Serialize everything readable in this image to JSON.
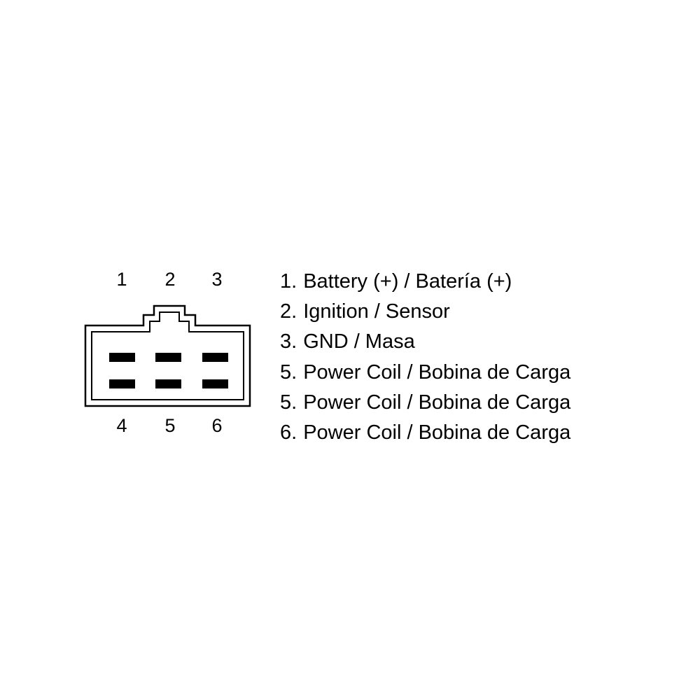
{
  "diagram": {
    "type": "connector-pinout",
    "background_color": "#ffffff",
    "line_color": "#000000"
  },
  "connector": {
    "top_pin_labels": [
      "1",
      "2",
      "3"
    ],
    "bottom_pin_labels": [
      "4",
      "5",
      "6"
    ],
    "pin_color": "#000000",
    "outline_color": "#000000"
  },
  "legend": {
    "items": [
      {
        "num": "1.",
        "label": "Battery (+) / Batería (+)"
      },
      {
        "num": "2.",
        "label": "Ignition / Sensor"
      },
      {
        "num": "3.",
        "label": "GND / Masa"
      },
      {
        "num": "5.",
        "label": "Power Coil / Bobina de Carga"
      },
      {
        "num": "5.",
        "label": "Power Coil / Bobina de Carga"
      },
      {
        "num": "6.",
        "label": "Power Coil / Bobina de Carga"
      }
    ]
  }
}
